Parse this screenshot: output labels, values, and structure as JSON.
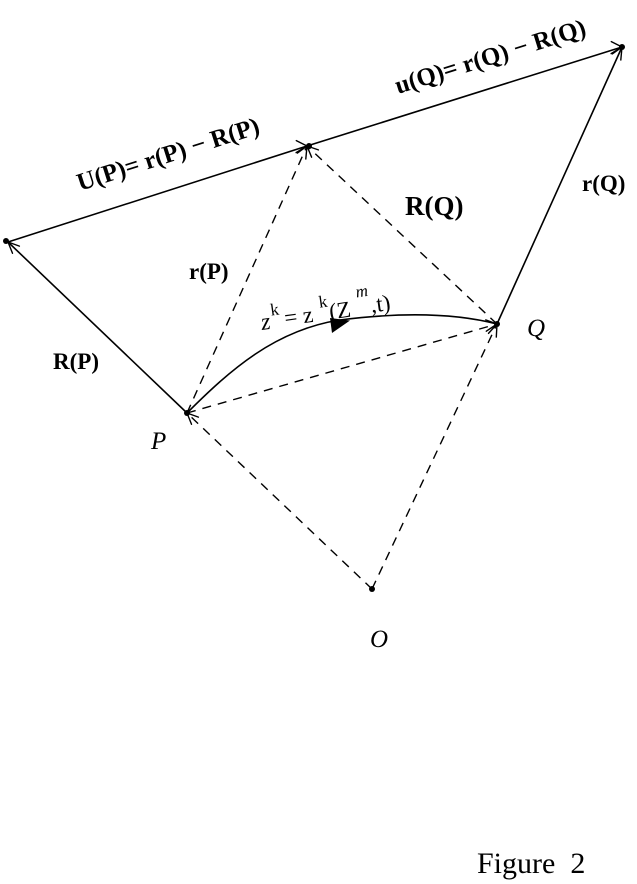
{
  "diagram": {
    "labels": {
      "U_eq": "U(P)= r(P) − R(P)",
      "u_eq": "u(Q)= r(Q) − R(Q)",
      "R_Q": "R(Q)",
      "r_Q": "r(Q)",
      "r_P": "r(P)",
      "R_P": "R(P)",
      "curve_z1": "z",
      "curve_sup_k1": "k",
      "curve_mid": " = z",
      "curve_sup_k2": "k",
      "curve_open": "(Z",
      "curve_sup_m": "m",
      "curve_close": ",t)",
      "P": "P",
      "Q": "Q",
      "O": "O"
    },
    "caption": "Figure  2"
  }
}
